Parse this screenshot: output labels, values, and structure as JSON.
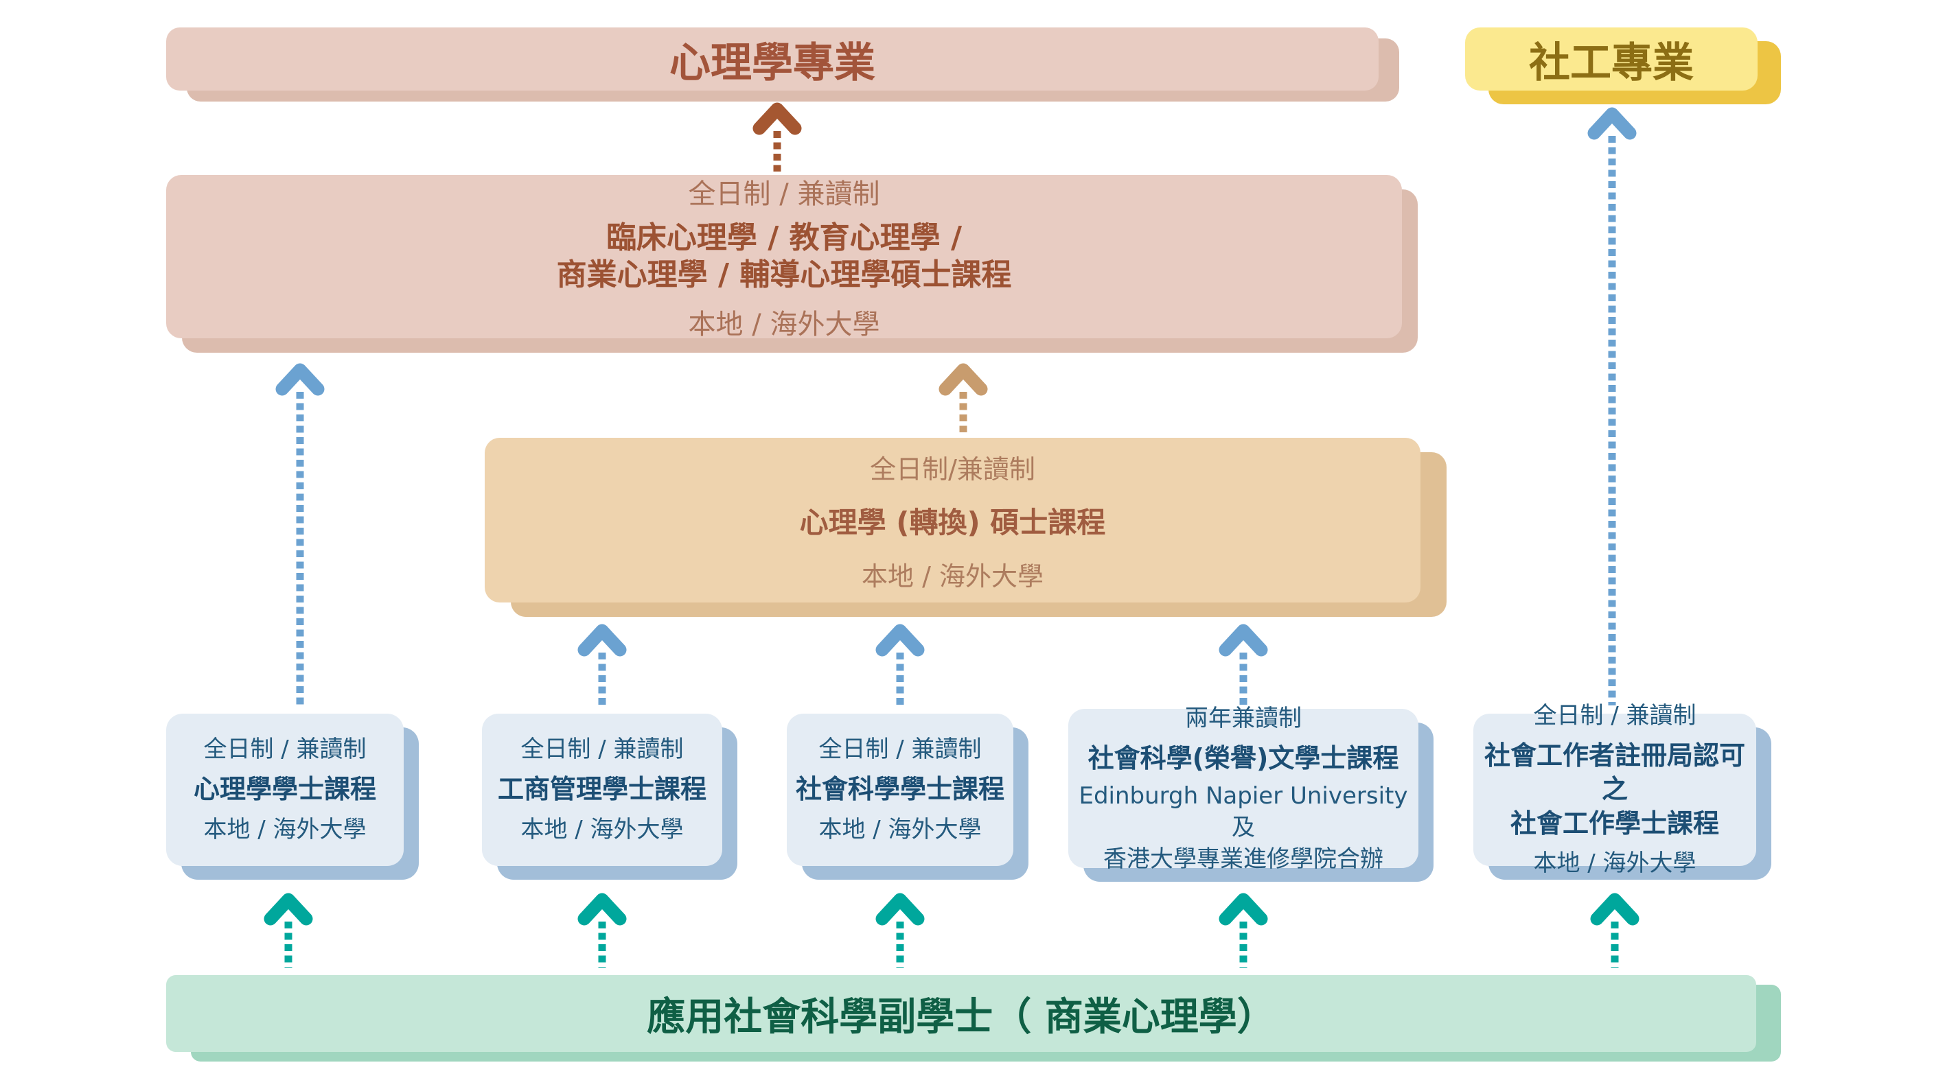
{
  "diagram": {
    "professions": {
      "psychology": {
        "label": "心理學專業"
      },
      "social_work": {
        "label": "社工專業"
      }
    },
    "masters_specialist": {
      "mode": "全日制 / 兼讀制",
      "title_line1": "臨床心理學 / 教育心理學 /",
      "title_line2": "商業心理學 / 輔導心理學碩士課程",
      "institution": "本地 / 海外大學"
    },
    "masters_conversion": {
      "mode": "全日制/兼讀制",
      "title": "心理學 (轉換) 碩士課程",
      "institution": "本地 / 海外大學"
    },
    "bachelors": [
      {
        "mode": "全日制 / 兼讀制",
        "title": "心理學學士課程",
        "institution": "本地 / 海外大學"
      },
      {
        "mode": "全日制 / 兼讀制",
        "title": "工商管理學士課程",
        "institution": "本地 / 海外大學"
      },
      {
        "mode": "全日制 / 兼讀制",
        "title": "社會科學學士課程",
        "institution": "本地 / 海外大學"
      },
      {
        "mode": "兩年兼讀制",
        "title": "社會科學(榮譽)文學士課程",
        "institution_line1": "Edinburgh Napier University及",
        "institution_line2": "香港大學專業進修學院合辦"
      },
      {
        "mode": "全日制 / 兼讀制",
        "title_line1": "社會工作者註冊局認可之",
        "title_line2": "社會工作學士課程",
        "institution": "本地 / 海外大學"
      }
    ],
    "associate": {
      "label": "應用社會科學副學士（ 商業心理學）"
    },
    "colors": {
      "pink_box": "#e8ccc2",
      "pink_shadow": "#dcbcae",
      "pink_text": "#a2543a",
      "masters_bold_text": "#9c5233",
      "masters_light_text": "#aa7258",
      "yellow_box": "#fbe98f",
      "yellow_shadow": "#edc544",
      "yellow_text": "#8c6e14",
      "tan_box": "#eed3ae",
      "tan_shadow": "#e0c095",
      "tan_bold_text": "#a05c40",
      "tan_light_text": "#ad7c5e",
      "blue_box": "#e4ecf4",
      "blue_shadow": "#a2bed9",
      "blue_text": "#245a7e",
      "blue_bold_text": "#1c4e74",
      "green_box": "#c5e7d8",
      "green_shadow": "#a0d6bf",
      "green_text": "#0f5f45",
      "arrow_teal": "#00a79c",
      "arrow_blue": "#6ba2d1",
      "arrow_tan": "#c89c6e",
      "arrow_brown": "#a55731"
    }
  }
}
